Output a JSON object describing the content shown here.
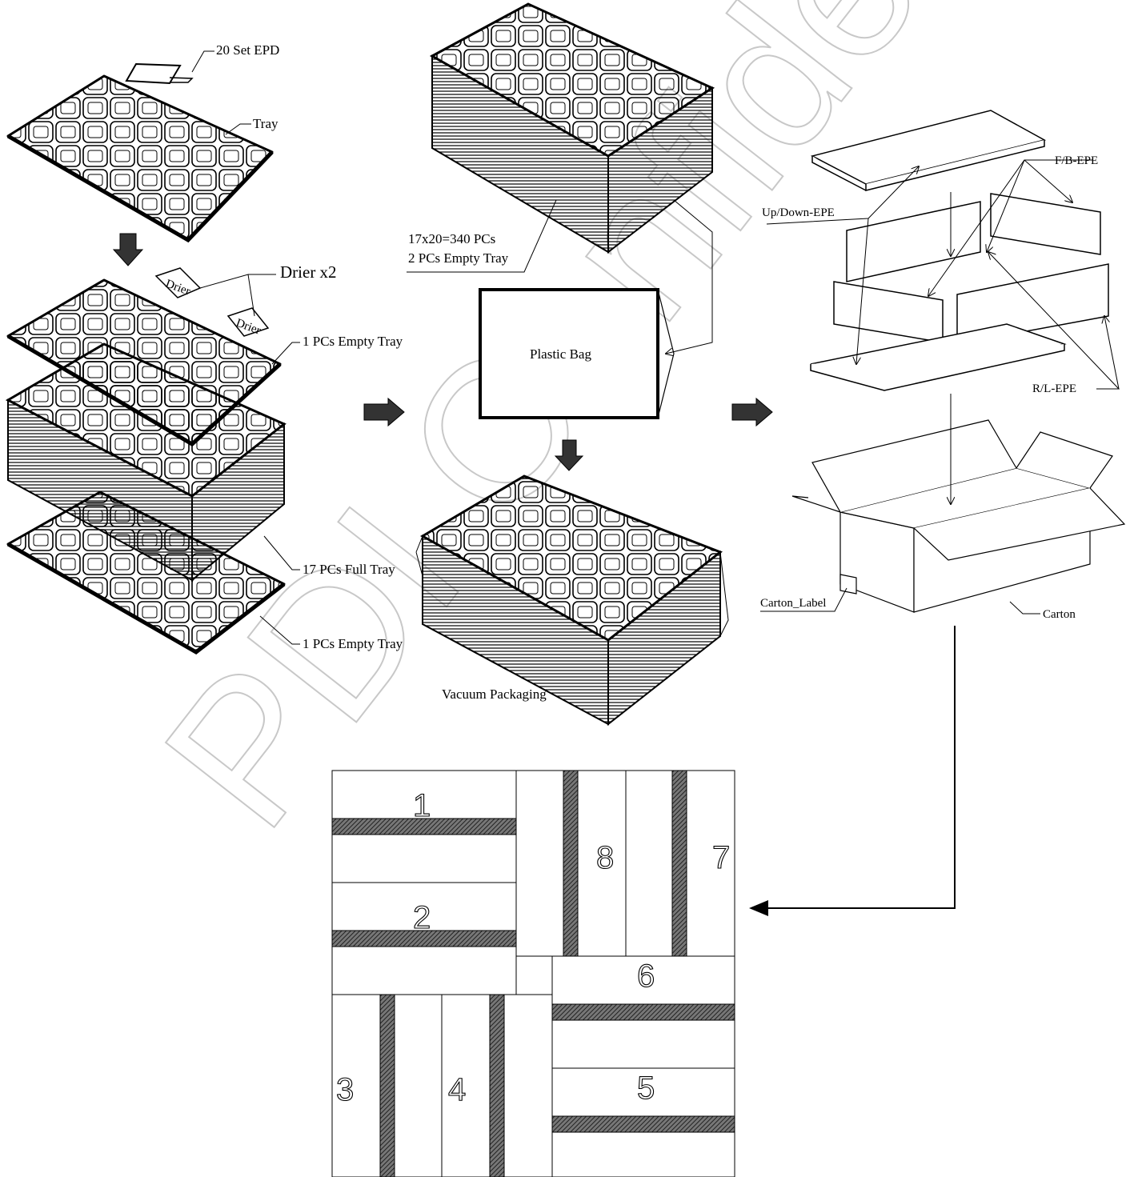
{
  "labels": {
    "set_epd": "20 Set EPD",
    "tray": "Tray",
    "drier": "Drier x2",
    "drier_bag_text": "Drier",
    "empty_tray_top": "1 PCs Empty Tray",
    "full_tray": "17 PCs Full Tray",
    "empty_tray_bottom": "1 PCs Empty Tray",
    "count_line1": "17x20=340 PCs",
    "count_line2": "2 PCs Empty Tray",
    "plastic_bag": "Plastic Bag",
    "vacuum_packaging": "Vacuum Packaging",
    "fb_epe": "F/B-EPE",
    "updown_epe": "Up/Down-EPE",
    "rl_epe": "R/L-EPE",
    "carton_label": "Carton_Label",
    "carton": "Carton"
  },
  "watermark": "PDI Confidential",
  "pallet_numbers": [
    "1",
    "2",
    "3",
    "4",
    "5",
    "6",
    "7",
    "8"
  ],
  "colors": {
    "line": "#000000",
    "hatch": "#555555",
    "watermark": "#c8c8c8"
  }
}
